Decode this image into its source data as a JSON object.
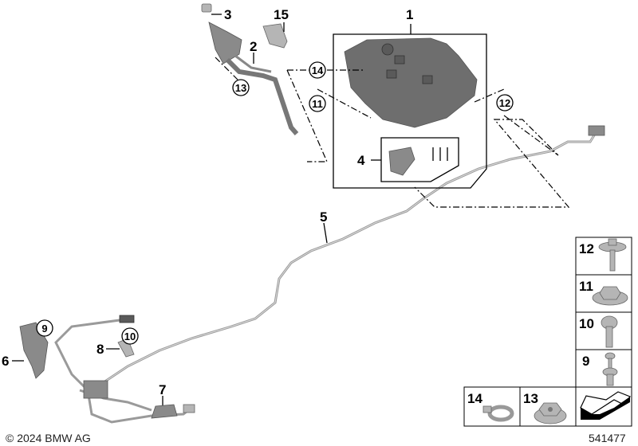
{
  "diagram": {
    "part_labels": [
      "1",
      "2",
      "3",
      "4",
      "5",
      "6",
      "7",
      "8",
      "15"
    ],
    "circled_labels": [
      "9",
      "10",
      "11",
      "12",
      "13",
      "14"
    ],
    "legend_cells": [
      {
        "number": "12",
        "icon": "bolt-with-washer"
      },
      {
        "number": "11",
        "icon": "hex-nut-with-washer"
      },
      {
        "number": "10",
        "icon": "torx-bolt"
      },
      {
        "number": "9",
        "icon": "expansion-rivet"
      },
      {
        "number": "14",
        "icon": "hose-clamp"
      },
      {
        "number": "13",
        "icon": "hex-flange-nut"
      },
      {
        "number": "",
        "icon": "direction-arrow"
      }
    ],
    "copyright": "© 2024 BMW AG",
    "diagram_number": "541477"
  }
}
